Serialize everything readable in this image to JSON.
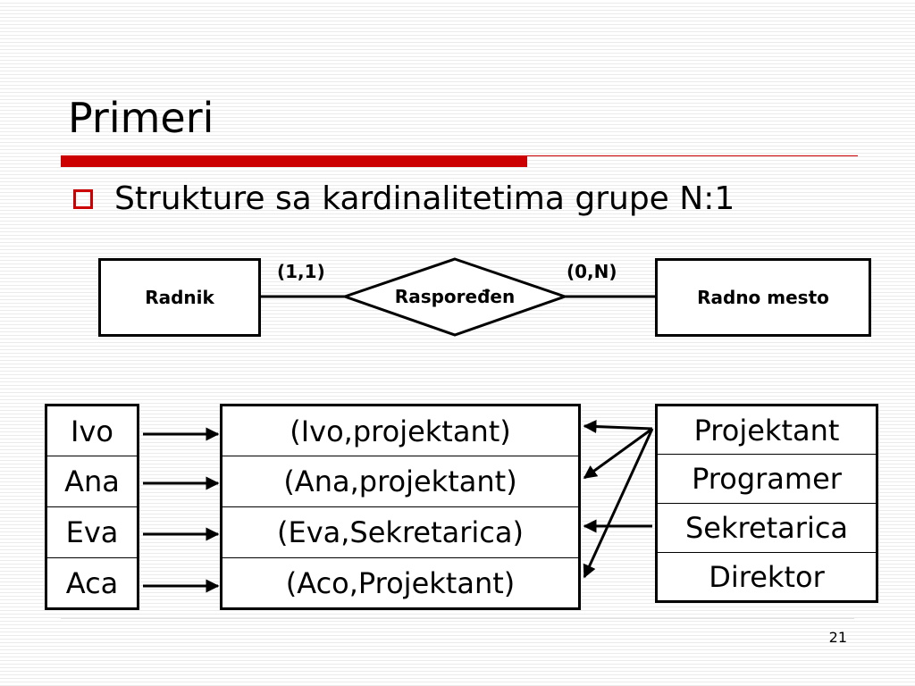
{
  "slide": {
    "title": "Primeri",
    "bullet": "Strukture sa kardinalitetima grupe N:1",
    "page_number": "21"
  },
  "er": {
    "entity_left": "Radnik",
    "relationship": "Raspoređen",
    "entity_right": "Radno mesto",
    "card_left": "(1,1)",
    "card_right": "(0,N)"
  },
  "tables": {
    "workers": [
      "Ivo",
      "Ana",
      "Eva",
      "Aca"
    ],
    "pairs": [
      "(Ivo,projektant)",
      "(Ana,projektant)",
      "(Eva,Sekretarica)",
      "(Aco,Projektant)"
    ],
    "positions": [
      "Projektant",
      "Programer",
      "Sekretarica",
      "Direktor"
    ]
  },
  "colors": {
    "accent_red": "#cc0000",
    "line_black": "#000000"
  }
}
